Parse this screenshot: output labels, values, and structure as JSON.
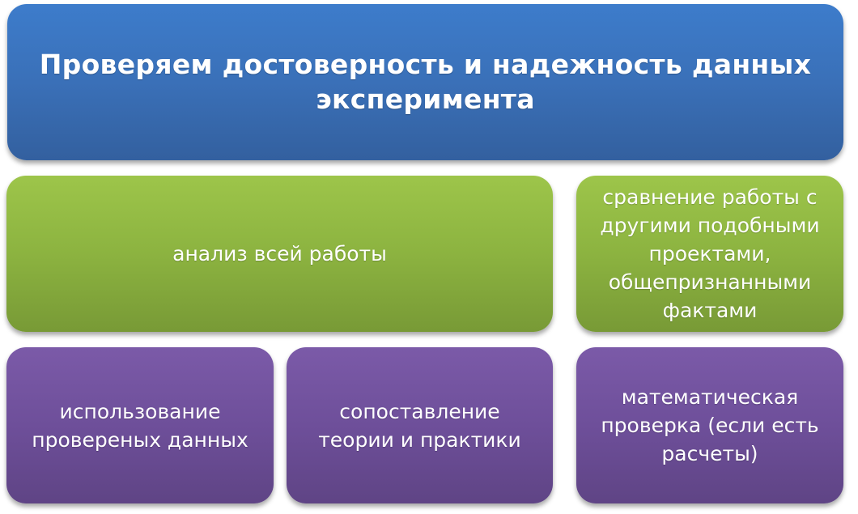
{
  "header": {
    "title": "Проверяем достоверность и надежность данных\nэксперимента",
    "color": "#3a70b8"
  },
  "row1": {
    "color": "#8cb340",
    "boxes": [
      {
        "label": "анализ всей работы"
      },
      {
        "label": "сравнение работы с\nдругими подобными\nпроектами,\nобщепризнанными\nфактами"
      }
    ]
  },
  "row2": {
    "color": "#6e4f9a",
    "boxes": [
      {
        "label": "использование\nпровереных данных"
      },
      {
        "label": "сопоставление\nтеории и  практики"
      },
      {
        "label": "математическая\nпроверка (если есть\nрасчеты)"
      }
    ]
  }
}
